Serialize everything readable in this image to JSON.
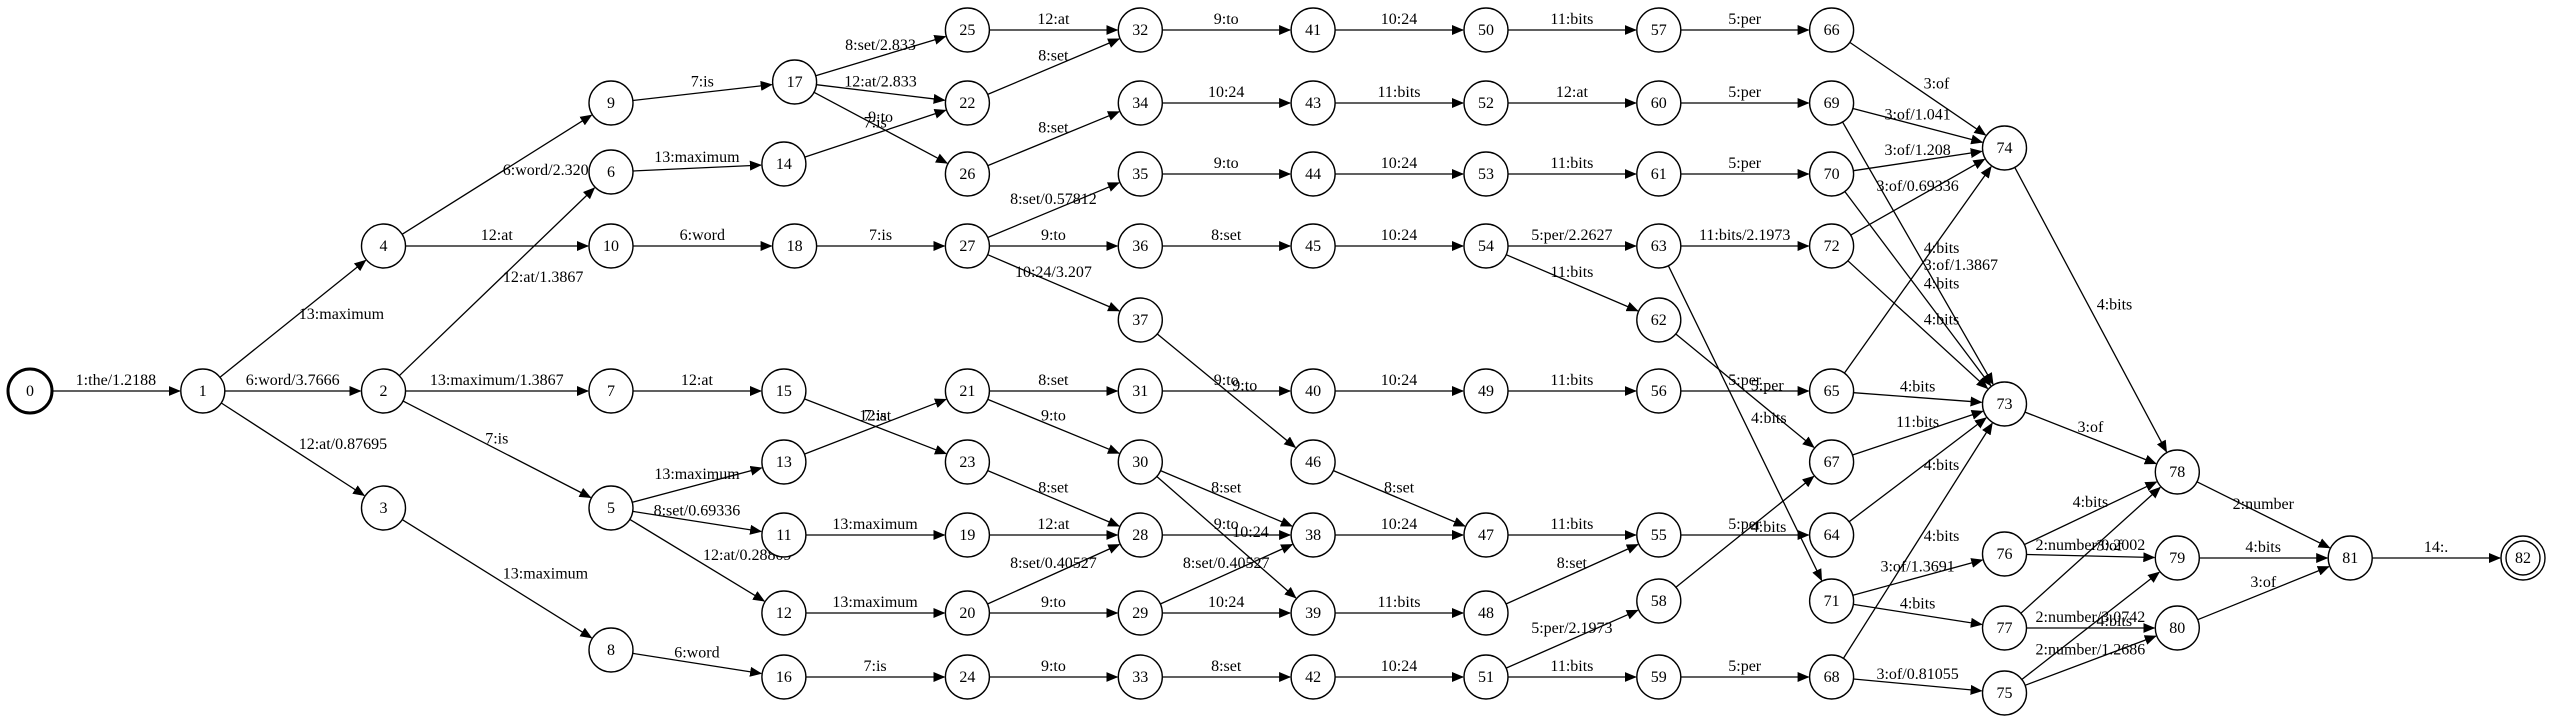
{
  "nodes": [
    {
      "id": "0",
      "label": "0",
      "start": true
    },
    {
      "id": "1",
      "label": "1"
    },
    {
      "id": "2",
      "label": "2"
    },
    {
      "id": "3",
      "label": "3"
    },
    {
      "id": "4",
      "label": "4"
    },
    {
      "id": "5",
      "label": "5"
    },
    {
      "id": "6",
      "label": "6"
    },
    {
      "id": "7",
      "label": "7"
    },
    {
      "id": "8",
      "label": "8"
    },
    {
      "id": "9",
      "label": "9"
    },
    {
      "id": "10",
      "label": "10"
    },
    {
      "id": "11",
      "label": "11"
    },
    {
      "id": "12",
      "label": "12"
    },
    {
      "id": "13",
      "label": "13"
    },
    {
      "id": "14",
      "label": "14"
    },
    {
      "id": "15",
      "label": "15"
    },
    {
      "id": "16",
      "label": "16"
    },
    {
      "id": "17",
      "label": "17"
    },
    {
      "id": "18",
      "label": "18"
    },
    {
      "id": "19",
      "label": "19"
    },
    {
      "id": "20",
      "label": "20"
    },
    {
      "id": "21",
      "label": "21"
    },
    {
      "id": "22",
      "label": "22"
    },
    {
      "id": "23",
      "label": "23"
    },
    {
      "id": "24",
      "label": "24"
    },
    {
      "id": "25",
      "label": "25"
    },
    {
      "id": "26",
      "label": "26"
    },
    {
      "id": "27",
      "label": "27"
    },
    {
      "id": "28",
      "label": "28"
    },
    {
      "id": "29",
      "label": "29"
    },
    {
      "id": "30",
      "label": "30"
    },
    {
      "id": "31",
      "label": "31"
    },
    {
      "id": "32",
      "label": "32"
    },
    {
      "id": "33",
      "label": "33"
    },
    {
      "id": "34",
      "label": "34"
    },
    {
      "id": "35",
      "label": "35"
    },
    {
      "id": "36",
      "label": "36"
    },
    {
      "id": "37",
      "label": "37"
    },
    {
      "id": "38",
      "label": "38"
    },
    {
      "id": "39",
      "label": "39"
    },
    {
      "id": "40",
      "label": "40"
    },
    {
      "id": "41",
      "label": "41"
    },
    {
      "id": "42",
      "label": "42"
    },
    {
      "id": "43",
      "label": "43"
    },
    {
      "id": "44",
      "label": "44"
    },
    {
      "id": "45",
      "label": "45"
    },
    {
      "id": "46",
      "label": "46"
    },
    {
      "id": "47",
      "label": "47"
    },
    {
      "id": "48",
      "label": "48"
    },
    {
      "id": "49",
      "label": "49"
    },
    {
      "id": "50",
      "label": "50"
    },
    {
      "id": "51",
      "label": "51"
    },
    {
      "id": "52",
      "label": "52"
    },
    {
      "id": "53",
      "label": "53"
    },
    {
      "id": "54",
      "label": "54"
    },
    {
      "id": "55",
      "label": "55"
    },
    {
      "id": "56",
      "label": "56"
    },
    {
      "id": "57",
      "label": "57"
    },
    {
      "id": "58",
      "label": "58"
    },
    {
      "id": "59",
      "label": "59"
    },
    {
      "id": "60",
      "label": "60"
    },
    {
      "id": "61",
      "label": "61"
    },
    {
      "id": "62",
      "label": "62"
    },
    {
      "id": "63",
      "label": "63"
    },
    {
      "id": "64",
      "label": "64"
    },
    {
      "id": "65",
      "label": "65"
    },
    {
      "id": "66",
      "label": "66"
    },
    {
      "id": "67",
      "label": "67"
    },
    {
      "id": "68",
      "label": "68"
    },
    {
      "id": "69",
      "label": "69"
    },
    {
      "id": "70",
      "label": "70"
    },
    {
      "id": "71",
      "label": "71"
    },
    {
      "id": "72",
      "label": "72"
    },
    {
      "id": "73",
      "label": "73"
    },
    {
      "id": "74",
      "label": "74"
    },
    {
      "id": "75",
      "label": "75"
    },
    {
      "id": "76",
      "label": "76"
    },
    {
      "id": "77",
      "label": "77"
    },
    {
      "id": "78",
      "label": "78"
    },
    {
      "id": "79",
      "label": "79"
    },
    {
      "id": "80",
      "label": "80"
    },
    {
      "id": "81",
      "label": "81"
    },
    {
      "id": "82",
      "label": "82",
      "final": true
    }
  ],
  "edges": [
    {
      "from": "0",
      "to": "1",
      "label": "1:the/1.2188"
    },
    {
      "from": "1",
      "to": "4",
      "label": "13:maximum"
    },
    {
      "from": "1",
      "to": "2",
      "label": "6:word/3.7666"
    },
    {
      "from": "1",
      "to": "3",
      "label": "12:at/0.87695"
    },
    {
      "from": "4",
      "to": "9",
      "label": "6:word/2.3203"
    },
    {
      "from": "4",
      "to": "10",
      "label": "12:at"
    },
    {
      "from": "2",
      "to": "6",
      "label": "12:at/1.3867"
    },
    {
      "from": "2",
      "to": "7",
      "label": "13:maximum/1.3867"
    },
    {
      "from": "2",
      "to": "5",
      "label": "7:is"
    },
    {
      "from": "3",
      "to": "8",
      "label": "13:maximum"
    },
    {
      "from": "9",
      "to": "17",
      "label": "7:is"
    },
    {
      "from": "6",
      "to": "14",
      "label": "13:maximum"
    },
    {
      "from": "10",
      "to": "18",
      "label": "6:word"
    },
    {
      "from": "7",
      "to": "15",
      "label": "12:at"
    },
    {
      "from": "5",
      "to": "13",
      "label": "13:maximum"
    },
    {
      "from": "5",
      "to": "11",
      "label": "8:set/0.69336"
    },
    {
      "from": "5",
      "to": "12",
      "label": "12:at/0.28809"
    },
    {
      "from": "8",
      "to": "16",
      "label": "6:word"
    },
    {
      "from": "17",
      "to": "25",
      "label": "8:set/2.833"
    },
    {
      "from": "17",
      "to": "22",
      "label": "12:at/2.833"
    },
    {
      "from": "17",
      "to": "26",
      "label": "9:to"
    },
    {
      "from": "14",
      "to": "22",
      "label": "7:is"
    },
    {
      "from": "18",
      "to": "27",
      "label": "7:is"
    },
    {
      "from": "13",
      "to": "21",
      "label": "12:at"
    },
    {
      "from": "15",
      "to": "23",
      "label": "7:is"
    },
    {
      "from": "11",
      "to": "19",
      "label": "13:maximum"
    },
    {
      "from": "12",
      "to": "20",
      "label": "13:maximum"
    },
    {
      "from": "16",
      "to": "24",
      "label": "7:is"
    },
    {
      "from": "25",
      "to": "32",
      "label": "12:at"
    },
    {
      "from": "22",
      "to": "32",
      "label": "8:set"
    },
    {
      "from": "26",
      "to": "34",
      "label": "8:set"
    },
    {
      "from": "27",
      "to": "35",
      "label": "8:set/0.57812"
    },
    {
      "from": "27",
      "to": "36",
      "label": "9:to"
    },
    {
      "from": "27",
      "to": "37",
      "label": "10:24/3.207"
    },
    {
      "from": "21",
      "to": "31",
      "label": "8:set"
    },
    {
      "from": "21",
      "to": "30",
      "label": "9:to"
    },
    {
      "from": "23",
      "to": "28",
      "label": "8:set"
    },
    {
      "from": "19",
      "to": "28",
      "label": "12:at"
    },
    {
      "from": "20",
      "to": "28",
      "label": "8:set/0.40527"
    },
    {
      "from": "20",
      "to": "29",
      "label": "9:to"
    },
    {
      "from": "24",
      "to": "33",
      "label": "9:to"
    },
    {
      "from": "32",
      "to": "41",
      "label": "9:to"
    },
    {
      "from": "34",
      "to": "43",
      "label": "10:24"
    },
    {
      "from": "35",
      "to": "44",
      "label": "9:to"
    },
    {
      "from": "36",
      "to": "45",
      "label": "8:set"
    },
    {
      "from": "37",
      "to": "46",
      "label": "9:to"
    },
    {
      "from": "31",
      "to": "40",
      "label": "9:to"
    },
    {
      "from": "30",
      "to": "38",
      "label": "8:set"
    },
    {
      "from": "30",
      "to": "39",
      "label": "10:24"
    },
    {
      "from": "28",
      "to": "38",
      "label": "9:to"
    },
    {
      "from": "29",
      "to": "38",
      "label": "8:set/0.40527"
    },
    {
      "from": "29",
      "to": "39",
      "label": "10:24"
    },
    {
      "from": "33",
      "to": "42",
      "label": "8:set"
    },
    {
      "from": "41",
      "to": "50",
      "label": "10:24"
    },
    {
      "from": "43",
      "to": "52",
      "label": "11:bits"
    },
    {
      "from": "44",
      "to": "53",
      "label": "10:24"
    },
    {
      "from": "45",
      "to": "54",
      "label": "10:24"
    },
    {
      "from": "46",
      "to": "47",
      "label": "8:set"
    },
    {
      "from": "40",
      "to": "49",
      "label": "10:24"
    },
    {
      "from": "38",
      "to": "47",
      "label": "10:24"
    },
    {
      "from": "39",
      "to": "48",
      "label": "11:bits"
    },
    {
      "from": "42",
      "to": "51",
      "label": "10:24"
    },
    {
      "from": "50",
      "to": "57",
      "label": "11:bits"
    },
    {
      "from": "52",
      "to": "60",
      "label": "12:at"
    },
    {
      "from": "53",
      "to": "61",
      "label": "11:bits"
    },
    {
      "from": "54",
      "to": "63",
      "label": "5:per/2.2627"
    },
    {
      "from": "54",
      "to": "62",
      "label": "11:bits"
    },
    {
      "from": "49",
      "to": "56",
      "label": "11:bits"
    },
    {
      "from": "47",
      "to": "55",
      "label": "11:bits"
    },
    {
      "from": "48",
      "to": "55",
      "label": "8:set"
    },
    {
      "from": "51",
      "to": "58",
      "label": "5:per/2.1973"
    },
    {
      "from": "51",
      "to": "59",
      "label": "11:bits"
    },
    {
      "from": "57",
      "to": "66",
      "label": "5:per"
    },
    {
      "from": "60",
      "to": "69",
      "label": "5:per"
    },
    {
      "from": "61",
      "to": "70",
      "label": "5:per"
    },
    {
      "from": "63",
      "to": "72",
      "label": "11:bits/2.1973"
    },
    {
      "from": "63",
      "to": "71",
      "label": "4:bits"
    },
    {
      "from": "62",
      "to": "67",
      "label": "5:per"
    },
    {
      "from": "56",
      "to": "65",
      "label": "5:per"
    },
    {
      "from": "58",
      "to": "67",
      "label": "4:bits"
    },
    {
      "from": "55",
      "to": "64",
      "label": "5:per"
    },
    {
      "from": "59",
      "to": "68",
      "label": "5:per"
    },
    {
      "from": "66",
      "to": "74",
      "label": "3:of"
    },
    {
      "from": "69",
      "to": "74",
      "label": "3:of/1.041"
    },
    {
      "from": "70",
      "to": "74",
      "label": "3:of/1.208"
    },
    {
      "from": "72",
      "to": "74",
      "label": "3:of/0.69336"
    },
    {
      "from": "65",
      "to": "74",
      "label": "3:of/1.3867"
    },
    {
      "from": "69",
      "to": "73",
      "label": "4:bits"
    },
    {
      "from": "70",
      "to": "73",
      "label": "4:bits"
    },
    {
      "from": "72",
      "to": "73",
      "label": "4:bits"
    },
    {
      "from": "65",
      "to": "73",
      "label": "4:bits"
    },
    {
      "from": "67",
      "to": "73",
      "label": "11:bits"
    },
    {
      "from": "64",
      "to": "73",
      "label": "4:bits"
    },
    {
      "from": "68",
      "to": "73",
      "label": "4:bits"
    },
    {
      "from": "71",
      "to": "76",
      "label": "3:of/1.3691"
    },
    {
      "from": "71",
      "to": "77",
      "label": "4:bits"
    },
    {
      "from": "68",
      "to": "75",
      "label": "3:of/0.81055"
    },
    {
      "from": "74",
      "to": "78",
      "label": "4:bits"
    },
    {
      "from": "73",
      "to": "78",
      "label": "3:of"
    },
    {
      "from": "76",
      "to": "78",
      "label": "4:bits"
    },
    {
      "from": "77",
      "to": "78",
      "label": "3:of"
    },
    {
      "from": "76",
      "to": "79",
      "label": "2:number/0.2002"
    },
    {
      "from": "75",
      "to": "79",
      "label": "4:bits"
    },
    {
      "from": "77",
      "to": "80",
      "label": "2:number/3.0742"
    },
    {
      "from": "75",
      "to": "80",
      "label": "2:number/1.2686"
    },
    {
      "from": "78",
      "to": "81",
      "label": "2:number"
    },
    {
      "from": "79",
      "to": "81",
      "label": "4:bits"
    },
    {
      "from": "80",
      "to": "81",
      "label": "3:of"
    },
    {
      "from": "81",
      "to": "82",
      "label": "14:."
    }
  ]
}
